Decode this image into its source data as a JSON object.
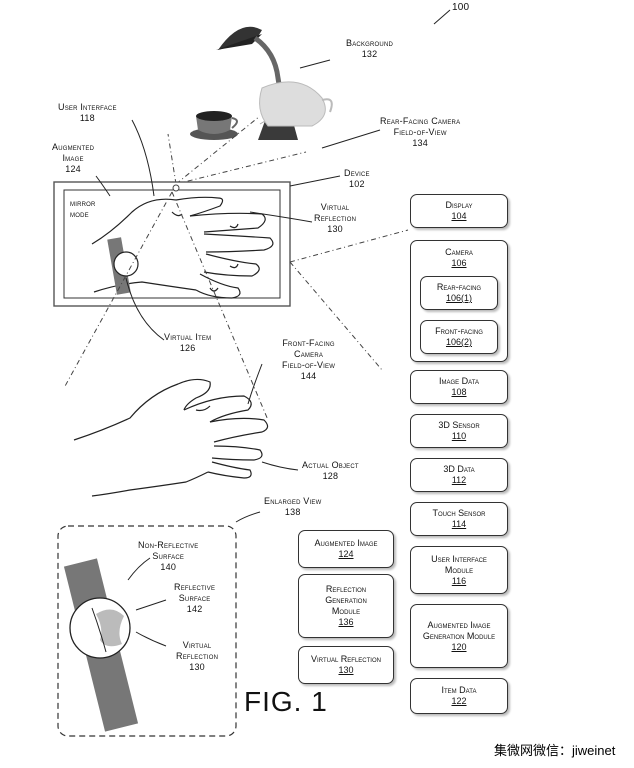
{
  "ref_main": "100",
  "background": {
    "label": "Background",
    "num": "132"
  },
  "rear_fov": {
    "label1": "Rear-Facing Camera",
    "label2": "Field-of-View",
    "num": "134"
  },
  "user_interface": {
    "label": "User Interface",
    "num": "118"
  },
  "augmented_image_lbl": {
    "label1": "Augmented",
    "label2": "Image",
    "num": "124"
  },
  "mirror_mode": {
    "line1": "mirror",
    "line2": "mode"
  },
  "device": {
    "label": "Device",
    "num": "102"
  },
  "virtual_reflection_lbl": {
    "label1": "Virtual",
    "label2": "Reflection",
    "num": "130"
  },
  "virtual_item": {
    "label": "Virtual Item",
    "num": "126"
  },
  "front_fov": {
    "label1": "Front-Facing",
    "label2": "Camera",
    "label3": "Field-of-View",
    "num": "144"
  },
  "actual_object": {
    "label": "Actual Object",
    "num": "128"
  },
  "enlarged_view": {
    "label": "Enlarged View",
    "num": "138"
  },
  "non_reflective": {
    "label1": "Non-Reflective",
    "label2": "Surface",
    "num": "140"
  },
  "reflective": {
    "label1": "Reflective",
    "label2": "Surface",
    "num": "142"
  },
  "virtual_reflection2": {
    "label1": "Virtual",
    "label2": "Reflection",
    "num": "130"
  },
  "mid_boxes": [
    {
      "label": "Augmented Image",
      "num": "124"
    },
    {
      "label": "Reflection Generation Module",
      "num": "136"
    },
    {
      "label": "Virtual Reflection",
      "num": "130"
    }
  ],
  "right_boxes": {
    "display": {
      "label": "Display",
      "num": "104"
    },
    "camera": {
      "label": "Camera",
      "num": "106",
      "rear": {
        "label": "Rear-facing",
        "num": "106(1)"
      },
      "front": {
        "label": "Front-facing",
        "num": "106(2)"
      }
    },
    "image_data": {
      "label": "Image Data",
      "num": "108"
    },
    "sensor3d": {
      "label": "3D Sensor",
      "num": "110"
    },
    "data3d": {
      "label": "3D Data",
      "num": "112"
    },
    "touch": {
      "label": "Touch Sensor",
      "num": "114"
    },
    "ui_module": {
      "label": "User Interface Module",
      "num": "116"
    },
    "aig_module": {
      "label": "Augmented Image Generation Module",
      "num": "120"
    },
    "item_data": {
      "label": "Item Data",
      "num": "122"
    }
  },
  "figure_title": "FIG. 1",
  "watermark": "集微网微信：jiweinet"
}
